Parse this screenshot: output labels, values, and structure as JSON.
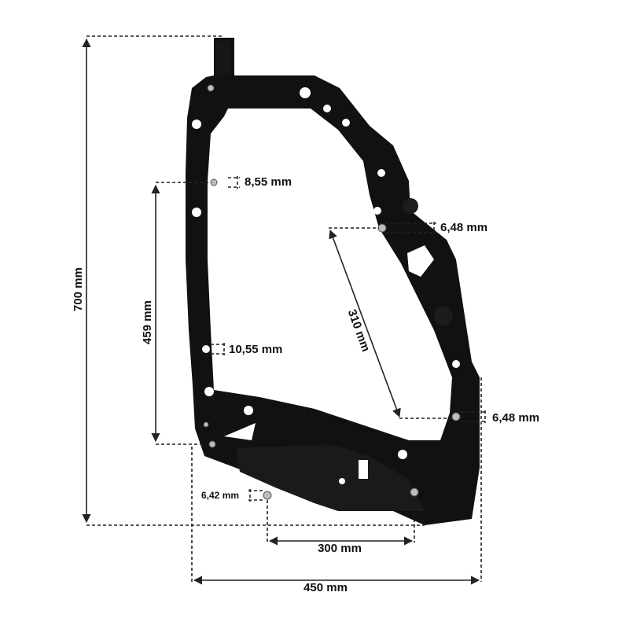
{
  "diagram": {
    "part_color": "#111111",
    "dimension_color": "#222222",
    "dimensions": {
      "total_height": "700 mm",
      "inner_height": "459 mm",
      "diagonal": "310 mm",
      "bottom_inner_width": "300 mm",
      "total_width": "450 mm",
      "hole_top_left": "8,55 mm",
      "hole_mid_left": "10,55 mm",
      "hole_top_right": "6,48 mm",
      "hole_bottom_right": "6,48 mm",
      "hole_bottom_left": "6,42 mm"
    }
  }
}
